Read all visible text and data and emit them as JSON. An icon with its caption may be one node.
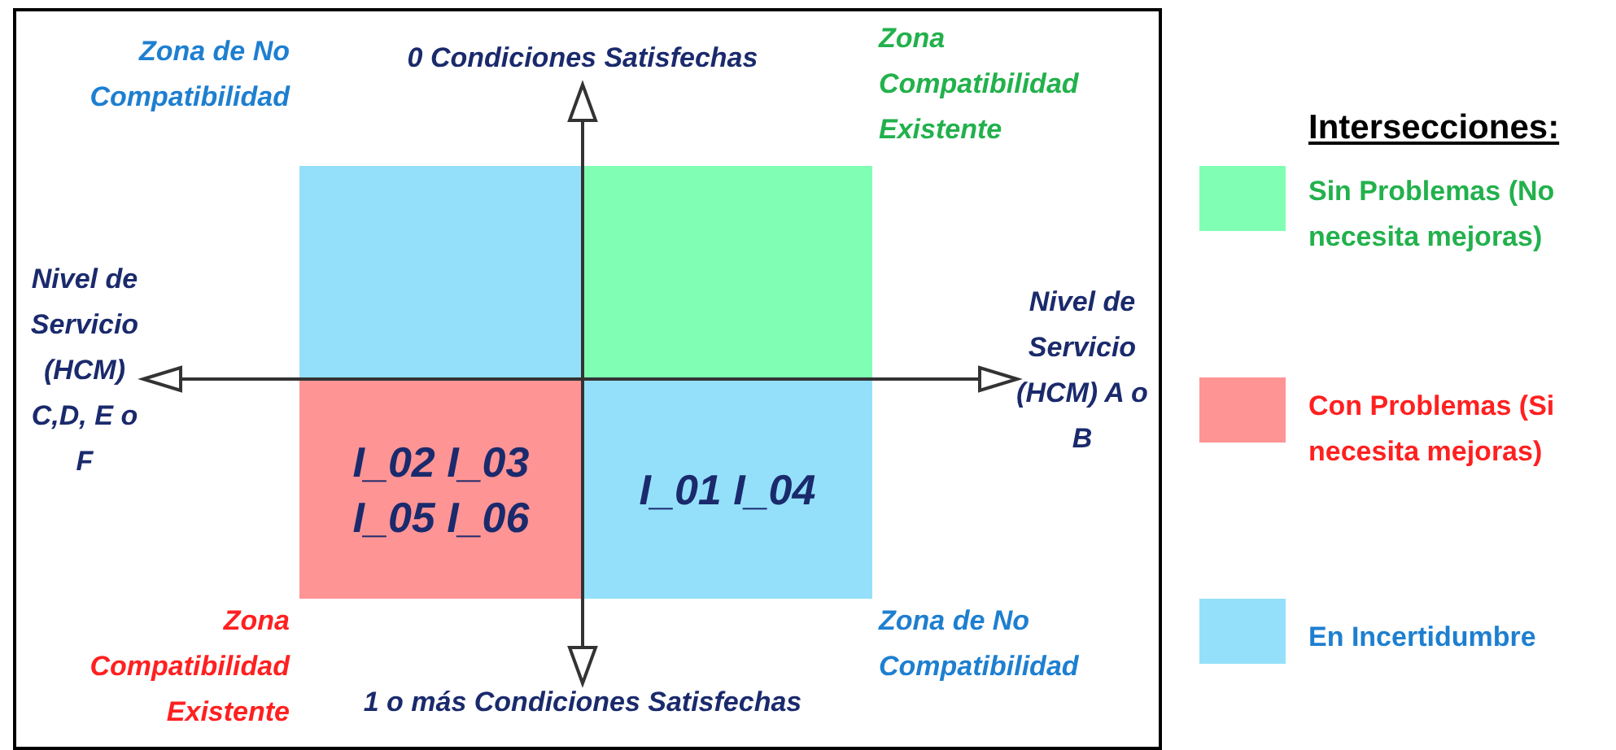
{
  "diagram": {
    "nodes": [
      {
        "text": [],
        "shape": "box"
      },
      {
        "text": [],
        "shape": "box"
      },
      {
        "text": [
          "I_02 I_03 I_05 I_06"
        ]
      },
      {
        "text": [
          "I_01 I_04"
        ]
      }
    ],
    "labels": [
      "Zona Compatibilidad Existente",
      "Zona de No Compatibilidad",
      "0 Condiciones Satisfechas",
      "Nivel de Servicio (HCM) C,D, E o F",
      "Nivel de Servicio (HCM) A o B",
      "Zona Compatibilidad Existente",
      "Zona de No Compatibilidad",
      "1 o más Condiciones Satisfechas",
      "Intersecciones:"
    ],
    "legend": [
      {
        "text": "Sin Problemas (No necesita mejoras)",
        "color": "#80ffb4"
      },
      {
        "text": "Con Problemas (Si necesita mejoras)",
        "color": "#ff9494"
      },
      {
        "text": "En Incertidumbre",
        "color": "#94e0fa"
      }
    ]
  }
}
